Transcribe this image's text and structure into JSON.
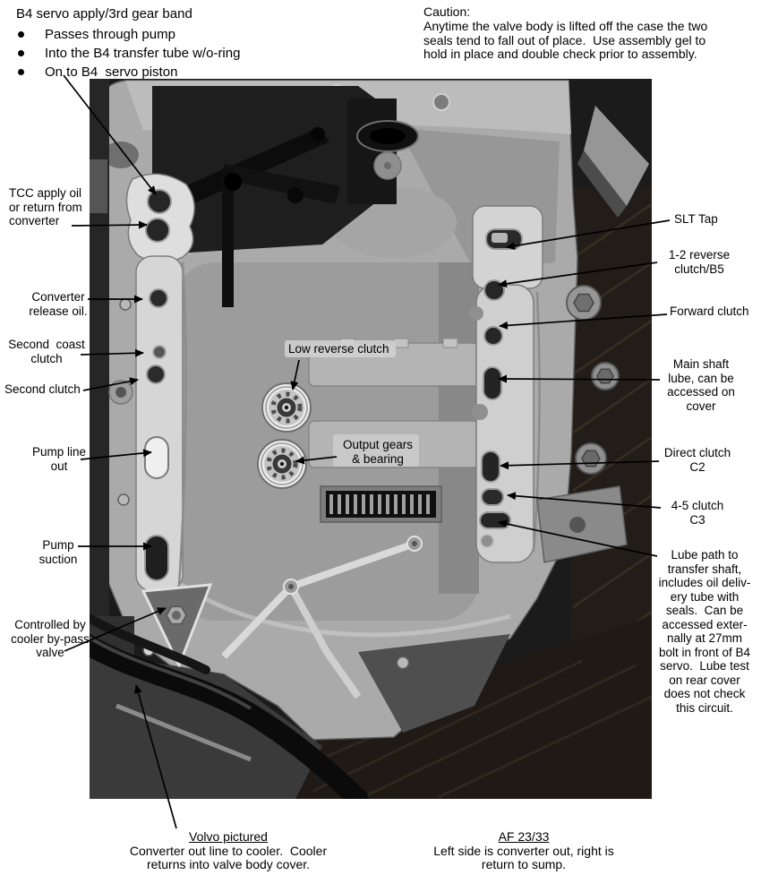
{
  "top_left": {
    "heading": "B4 servo apply/3rd gear band",
    "bullets": [
      "Passes through pump",
      "Into the B4 transfer tube w/o-ring",
      "On to B4  servo piston"
    ]
  },
  "caution": {
    "title": "Caution:",
    "body": "Anytime the valve body is lifted off the case the two\nseals tend to fall out of place.  Use assembly gel to\nhold in place and double check prior to assembly."
  },
  "labels": {
    "left": [
      {
        "id": "tcc",
        "text": "TCC apply oil\nor return from\nconverter"
      },
      {
        "id": "converter-release",
        "text": "Converter\nrelease oil."
      },
      {
        "id": "second-coast",
        "text": "Second  coast\nclutch"
      },
      {
        "id": "second-clutch",
        "text": "Second clutch"
      },
      {
        "id": "pump-line-out",
        "text": "Pump line\nout"
      },
      {
        "id": "pump-suction",
        "text": "Pump\nsuction"
      },
      {
        "id": "cooler-bypass",
        "text": "Controlled by\ncooler by-pass\nvalve"
      }
    ],
    "right": [
      {
        "id": "slt-tap",
        "text": "SLT Tap"
      },
      {
        "id": "reverse-clutch",
        "text": "1-2 reverse\nclutch/B5"
      },
      {
        "id": "forward-clutch",
        "text": "Forward clutch"
      },
      {
        "id": "main-shaft-lube",
        "text": "Main shaft\nlube, can be\naccessed on\ncover"
      },
      {
        "id": "direct-clutch",
        "text": "Direct clutch\nC2"
      },
      {
        "id": "clutch-4-5",
        "text": "4-5 clutch\nC3"
      },
      {
        "id": "lube-path",
        "text": "Lube path to\ntransfer shaft,\nincludes oil deliv-\nery tube with\nseals.  Can be\naccessed exter-\nnally at 27mm\nbolt in front of B4\nservo.  Lube test\non rear cover\ndoes not check\nthis circuit."
      }
    ],
    "on_photo": [
      {
        "id": "low-reverse-clutch",
        "text": "Low reverse clutch"
      },
      {
        "id": "output-gears",
        "text": "Output gears\n& bearing"
      }
    ]
  },
  "captions": {
    "volvo_title": "Volvo pictured",
    "volvo_body": "Converter out line to cooler.  Cooler\nreturns into valve body cover.",
    "af_title": "AF 23/33",
    "af_body": "Left side is converter out, right is\nreturn to sump."
  },
  "colors": {
    "text": "#000000",
    "background": "#ffffff",
    "arrow": "#000000",
    "photo_background": "#1b1b1b",
    "case_metal": "#aaaaaa",
    "gasket_rail": "#d6d6d6",
    "oil_hole": "#262626"
  }
}
